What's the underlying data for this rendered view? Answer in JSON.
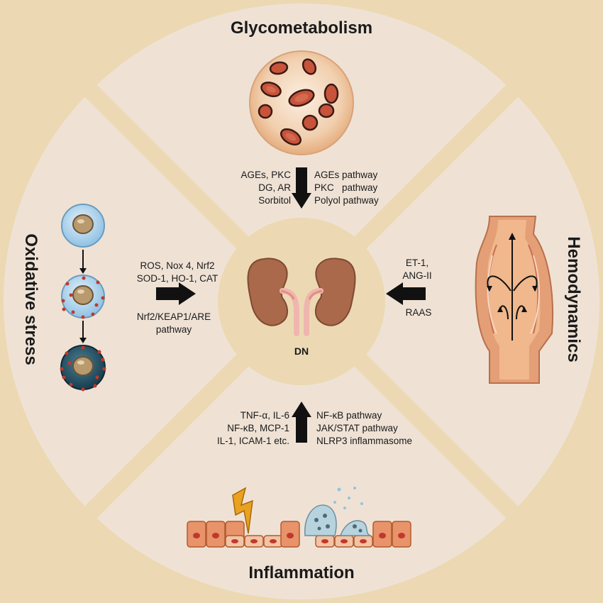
{
  "titles": {
    "top": "Glycometabolism",
    "right": "Hemodynamics",
    "bottom": "Inflammation",
    "left": "Oxidative stress",
    "center": "DN"
  },
  "glyco": {
    "left_lines": [
      "AGEs, PKC",
      "DG, AR",
      "Sorbitol"
    ],
    "right_lines": [
      "AGEs pathway",
      "PKC   pathway",
      "Polyol pathway"
    ]
  },
  "oxidative": {
    "top_lines": [
      "ROS, Nox 4, Nrf2",
      "SOD-1, HO-1, CAT"
    ],
    "bottom_lines": [
      "Nrf2/KEAP1/ARE",
      "pathway"
    ]
  },
  "hemo": {
    "top_lines": [
      "ET-1,",
      "ANG-II"
    ],
    "bottom": "RAAS"
  },
  "inflam": {
    "left_lines": [
      "TNF-α, IL-6",
      "NF-κB, MCP-1",
      "IL-1, ICAM-1 etc."
    ],
    "right_lines": [
      "NF-κB pathway",
      "JAK/STAT pathway",
      "NLRP3 inflammasome"
    ]
  },
  "colors": {
    "background": "#ecd9b3",
    "sector": "#efe2d5",
    "center": "#ecd9b3",
    "kidney": "#a9694a",
    "arrow": "#111111"
  }
}
